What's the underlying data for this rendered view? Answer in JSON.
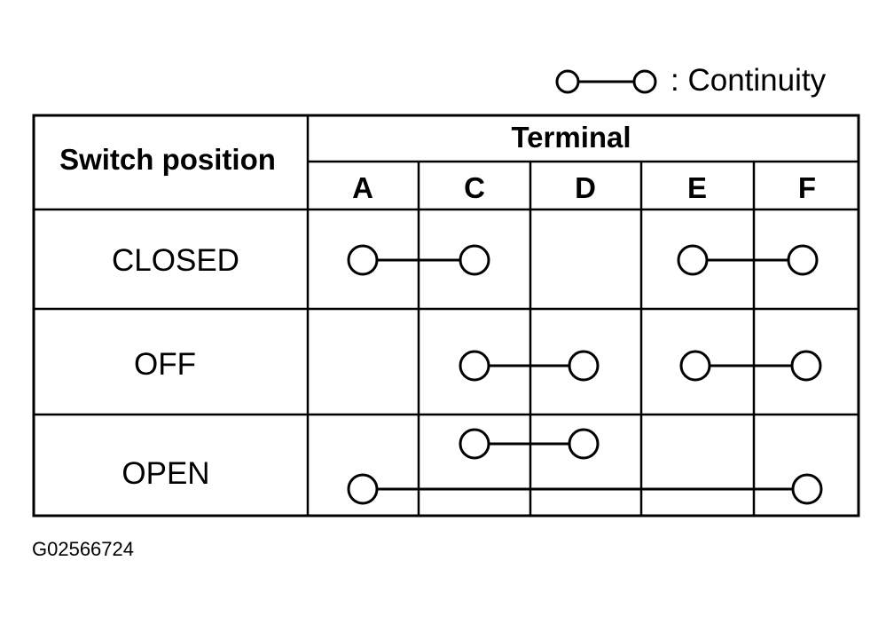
{
  "legend": {
    "icon": "continuity-symbol",
    "label": ": Continuity"
  },
  "table": {
    "row_header": "Switch position",
    "column_group_header": "Terminal",
    "terminals": [
      "A",
      "C",
      "D",
      "E",
      "F"
    ],
    "rows": [
      {
        "position": "CLOSED",
        "continuity": [
          [
            "A",
            "C"
          ],
          [
            "E",
            "F"
          ]
        ]
      },
      {
        "position": "OFF",
        "continuity": [
          [
            "C",
            "D"
          ],
          [
            "E",
            "F"
          ]
        ]
      },
      {
        "position": "OPEN",
        "continuity": [
          [
            "C",
            "D"
          ],
          [
            "A",
            "F"
          ]
        ]
      }
    ]
  },
  "figure_id": "G02566724"
}
